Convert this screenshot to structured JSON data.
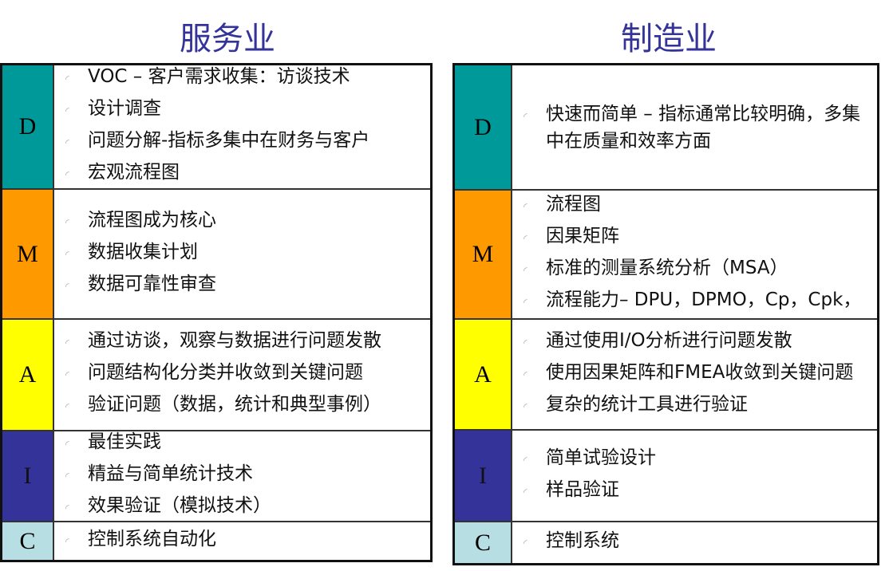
{
  "titles": {
    "service": "服务业",
    "manufacturing": "制造业"
  },
  "colors": {
    "D": "#009999",
    "M": "#FF9900",
    "A": "#FFFF00",
    "I": "#333399",
    "C": "#B7DEE2"
  },
  "service": [
    {
      "letter": "D",
      "items": [
        "VOC – 客户需求收集：访谈技术",
        "设计调查",
        "问题分解-指标多集中在财务与客户",
        "宏观流程图"
      ]
    },
    {
      "letter": "M",
      "items": [
        "流程图成为核心",
        "数据收集计划",
        "数据可靠性审查"
      ]
    },
    {
      "letter": "A",
      "items": [
        "通过访谈，观察与数据进行问题发散",
        "问题结构化分类并收敛到关键问题",
        "验证问题（数据，统计和典型事例）"
      ]
    },
    {
      "letter": "I",
      "items": [
        "最佳实践",
        "精益与简单统计技术",
        "效果验证（模拟技术）"
      ]
    },
    {
      "letter": "C",
      "items": [
        "控制系统自动化"
      ]
    }
  ],
  "manufacturing": [
    {
      "letter": "D",
      "items": [
        "快速而简单 – 指标通常比较明确，多集中在质量和效率方面"
      ]
    },
    {
      "letter": "M",
      "items": [
        "流程图",
        "因果矩阵",
        "标准的测量系统分析（MSA）",
        "流程能力– DPU，DPMO，Cp，Cpk，"
      ]
    },
    {
      "letter": "A",
      "items": [
        "通过使用I/O分析进行问题发散",
        "使用因果矩阵和FMEA收敛到关键问题",
        "复杂的统计工具进行验证"
      ]
    },
    {
      "letter": "I",
      "items": [
        "简单试验设计",
        "样品验证"
      ]
    },
    {
      "letter": "C",
      "items": [
        "控制系统"
      ]
    }
  ]
}
